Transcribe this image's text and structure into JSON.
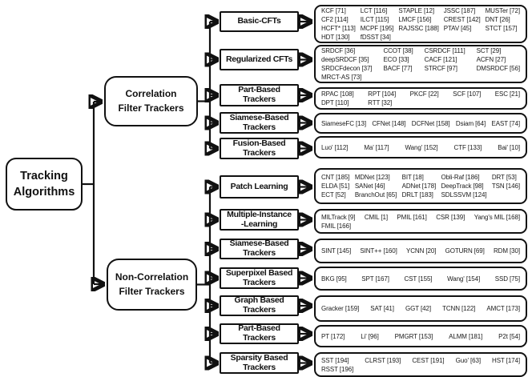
{
  "colors": {
    "line": "#111111",
    "background": "#ffffff",
    "text": "#111111"
  },
  "diagram": {
    "root": {
      "label": "Tracking\nAlgorithms"
    },
    "branches": [
      {
        "label": "Correlation\nFilter Trackers",
        "categories": [
          {
            "label": "Basic-CFTs",
            "cols": 5,
            "trackers": [
              "KCF [71]",
              "LCT [116]",
              "STAPLE [12]",
              "JSSC [187]",
              "MUSTer [72]",
              "CF2 [114]",
              "ILCT [115]",
              "LMCF [156]",
              "CREST [142]",
              "DNT [26]",
              "HCFT* [113]",
              "MCPF [195]",
              "RAJSSC [188]",
              "PTAV [45]",
              "STCT [157]",
              "HDT [130]",
              "fDSST [34]"
            ]
          },
          {
            "label": "Regularized CFTs",
            "cols": 4,
            "trackers": [
              "SRDCF [36]",
              "CCOT [38]",
              "CSRDCF [111]",
              "SCT [29]",
              "deepSRDCF [35]",
              "ECO [33]",
              "CACF [121]",
              "ACFN [27]",
              "SRDCFdecon [37]",
              "BACF [77]",
              "STRCF [97]",
              "DMSRDCF [56]",
              "MRCT-AS [73]"
            ]
          },
          {
            "label": "Part-Based\nTrackers",
            "cols": 5,
            "trackers": [
              "RPAC [108]",
              "RPT [104]",
              "PKCF [22]",
              "SCF [107]",
              "ESC [21]",
              "DPT [110]",
              "RTT [32]"
            ]
          },
          {
            "label": "Siamese-Based\nTrackers",
            "cols": 5,
            "trackers": [
              "SiameseFC [13]",
              "CFNet [148]",
              "DCFNet [158]",
              "Dsiam [64]",
              "EAST [74]"
            ]
          },
          {
            "label": "Fusion-Based\nTrackers",
            "cols": 5,
            "trackers": [
              "Luo' [112]",
              "Ma' [117]",
              "Wang' [152]",
              "CTF [133]",
              "Bai' [10]"
            ]
          }
        ]
      },
      {
        "label": "Non-Correlation\nFilter Trackers",
        "categories": [
          {
            "label": "Patch Learning",
            "cols": 5,
            "trackers": [
              "CNT [185]",
              "MDNet [123]",
              "BIT [18]",
              "Obli-Raf [186]",
              "DRT [53]",
              "ELDA [51]",
              "SANet [46]",
              "ADNet [178]",
              "DeepTrack [98]",
              "TSN [146]",
              "ECT [52]",
              "BranchOut [65]",
              "DRLT [183]",
              "SDLSSVM [124]"
            ]
          },
          {
            "label": "Multiple-Instance\n-Learning",
            "cols": 5,
            "trackers": [
              "MILTrack [9]",
              "CMIL [1]",
              "PMIL [161]",
              "CSR [139]",
              "Yang's MIL [168]",
              "FMIL [166]"
            ]
          },
          {
            "label": "Siamese-Based\nTrackers",
            "cols": 5,
            "trackers": [
              "SINT [145]",
              "SINT++ [160]",
              "YCNN [20]",
              "GOTURN [69]",
              "RDM [30]"
            ]
          },
          {
            "label": "Superpixel Based\nTrackers",
            "cols": 5,
            "trackers": [
              "BKG [95]",
              "SPT [167]",
              "CST [155]",
              "Wang' [154]",
              "SSD [75]"
            ]
          },
          {
            "label": "Graph Based\nTrackers",
            "cols": 5,
            "trackers": [
              "Gracker [159]",
              "SAT [41]",
              "GGT [42]",
              "TCNN [122]",
              "AMCT [173]"
            ]
          },
          {
            "label": "Part-Based\nTrackers",
            "cols": 5,
            "trackers": [
              "PT [172]",
              "Li' [96]",
              "PMGRT [153]",
              "ALMM [181]",
              "P2t [54]"
            ]
          },
          {
            "label": "Sparsity Based\nTrackers",
            "cols": 5,
            "trackers": [
              "SST [194]",
              "CLRST [193]",
              "CEST [191]",
              "Guo' [63]",
              "HST [174]",
              "RSST [196]"
            ]
          }
        ]
      }
    ]
  }
}
